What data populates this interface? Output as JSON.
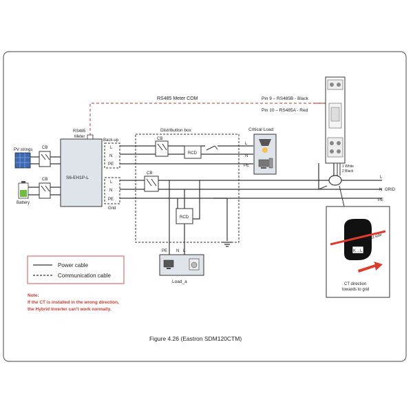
{
  "labels": {
    "rs485_meter_com": "RS485  Meter COM",
    "pin9": "Pin 9 – RS485B - Black",
    "pin10": "Pin 10 – RS485A - Red",
    "rs485_meter": "RS485",
    "rs485_meter2": "Meter",
    "pv_strings": "PV strings",
    "battery": "Battery",
    "cb": "CB",
    "inverter": "S6-EH1P-L",
    "backup": "Back-up",
    "grid_small": "Grid",
    "L": "L",
    "N": "N",
    "PE": "PE",
    "distribution_box": "Distribution box",
    "rcd": "RCD",
    "critical_load": "Critical Load",
    "load_a": "Load_a",
    "grid": "GRID",
    "ct_white": "1 White",
    "ct_black": "2 Black",
    "ct_direction_1": "CT direction",
    "ct_direction_2": "towards to grid",
    "grid_side": "Grid side",
    "ct_clamp": "K→L",
    "figure_caption": "Figure 4.26 (Eastron SDM120CTM)"
  },
  "legend": {
    "power_cable": "Power cable",
    "communication_cable": "Communication cable"
  },
  "note": {
    "title": "Note:",
    "line1": "If the CT is installed in the wrong direction,",
    "line2": "the Hybrid Inverter can't work normally."
  },
  "colors": {
    "note_red": "#d2392d",
    "comm_red": "#d9534f",
    "ct_red": "#e03a2a"
  }
}
